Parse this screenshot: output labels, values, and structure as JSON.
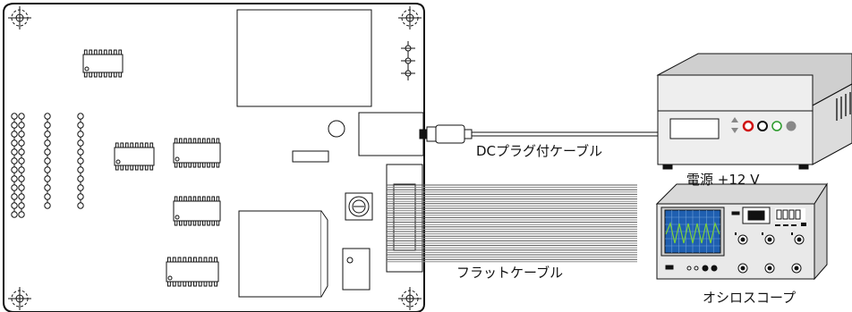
{
  "labels": {
    "dc_cable": "DCプラグ付ケーブル",
    "power_supply": "電源 +12 V",
    "flat_cable": "フラットケーブル",
    "oscilloscope": "オシロスコープ"
  },
  "icons": [
    "pcb-board",
    "dc-plug",
    "power-supply",
    "oscilloscope",
    "flat-cable",
    "ic-chip",
    "mounting-hole",
    "potentiometer"
  ],
  "colors": {
    "outline": "#111111",
    "psu_front": "#eeeeee",
    "psu_top": "#cfcfcf",
    "osc_body": "#e9e9e9",
    "osc_screen": "#1f5fb0",
    "osc_trace": "#7bd13a",
    "red_terminal": "#d01010",
    "green_terminal": "#2a9a2a"
  }
}
